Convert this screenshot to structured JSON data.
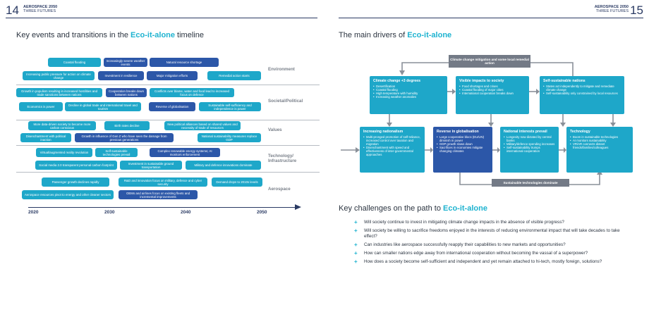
{
  "left_page": {
    "page_number": "14",
    "header_title": "AEROSPACE 2050",
    "header_subtitle": "THREE FUTURES",
    "section_title_prefix": "Key events and transitions in the ",
    "section_title_highlight": "Eco-it-alone",
    "section_title_suffix": " timeline",
    "categories": [
      "Environment",
      "Societal/Political",
      "Values",
      "Technology/\nInfrastructure",
      "Aerospace"
    ],
    "events": [
      "Coastal flooding",
      "Increasingly severe weather events",
      "Natural resource shortage",
      "Increasing public pressure for action on climate change",
      "Investment in resilience",
      "Major mitigation efforts",
      "Remedial action starts",
      "Growth in populism resulting in increased hostilities and trade sanctions between nations",
      "Cooperation breaks down between nations",
      "Conflicts over blame, water and food lead to increased focus on defence",
      "Economics is power",
      "Decline in global trade and international travel and tourism",
      "Reverse of globalisation",
      "Sustainable self-sufficiency and independence is power",
      "More data-driven society to become more carbon conscious",
      "Birth rates decline",
      "New political alliances based on shared values and necessity of trade of resources",
      "Disenchantment with political inaction",
      "Growth in influence of Gen Z who have seen the damage from previous generations",
      "National sustainability measures replace GDP",
      "Virtual/augmented reality revolution",
      "Self-sustainable technologies prevail",
      "Complex renewable energy systems; AI monitors enforcement",
      "Social media 2.0 transparent personal carbon footprint",
      "Investment in sustainable ground transportation",
      "Military and defence innovations dominate",
      "Passenger growth declines rapidly",
      "R&D and innovation focus on military, defence and cyber security",
      "Demand drops to 2010s levels",
      "Aerospace resources pivot to energy and other cleaner sectors",
      "OEMs and airlines focus on existing fleets and incremental improvements"
    ],
    "years": [
      "2020",
      "2030",
      "2040",
      "2050"
    ]
  },
  "right_page": {
    "page_number": "15",
    "header_title": "AEROSPACE 2050",
    "header_subtitle": "THREE FUTURES",
    "drivers_title_prefix": "The main drivers of ",
    "drivers_title_highlight": "Eco-it-alone",
    "top_feedback_label": "Climate change mitigation and some local remedial action",
    "bottom_feedback_label": "Sustainable technologies dominate",
    "drivers": [
      {
        "title": "Climate change +3 degrees",
        "bullets": [
          "Desertification",
          "Coastal flooding",
          "High temperature with humidity",
          "Increasing weather anomalies"
        ]
      },
      {
        "title": "Visible impacts to society",
        "bullets": [
          "Food shortages and crises",
          "Coastal flooding of major cities",
          "International cooperation breaks down"
        ]
      },
      {
        "title": "Self-sustainable nations",
        "bullets": [
          "States act independently to mitigate and remediate climate change",
          "Self-sustainability only constrained by local resources"
        ]
      },
      {
        "title": "Increasing nationalism",
        "bullets": [
          "Multi-pronged promotion of self-reliance, increased control over taxation and migration",
          "Disenchantment with speed and effectiveness of inter-governmental approaches"
        ]
      },
      {
        "title": "Reverse in globalisation",
        "bullets": [
          "Large cooperative blocs (EU/UN) diminish in power",
          "GDP growth slows down",
          "Sacrifices in economies mitigate changing climates"
        ]
      },
      {
        "title": "National interests prevail",
        "bullets": [
          "Longevity now dictated by central banks",
          "Military/defence spending increases",
          "Self-sustainability trumps international cooperation"
        ]
      },
      {
        "title": "Technology",
        "bullets": [
          "Boom in sustainable technologies",
          "AI monitors sustainability",
          "VR/AR connects distant friends/families/colleagues"
        ]
      }
    ],
    "challenges_title_prefix": "Key challenges on the path to ",
    "challenges_title_highlight": "Eco-it-alone",
    "challenges": [
      "Will society continue to invest in mitigating climate change impacts in the absence of visible progress?",
      "Will society be willing to sacrifice freedoms enjoyed in the interests of reducing environmental impact that will take decades to take effect?",
      "Can industries like aerospace successfully reapply their capabilities to new markets and opportunities?",
      "How can smaller nations edge away from international cooperation without becoming the vassal of a superpower?",
      "How does a society become self-sufficient and independent and yet remain attached to hi-tech, mostly foreign, solutions?"
    ],
    "bullet_symbol": "+"
  },
  "colors": {
    "accent_cyan": "#1eb3d0",
    "light_blue": "#1ea7c9",
    "dark_blue": "#2c57a8",
    "grey": "#737a86",
    "navy": "#2a3a63"
  }
}
